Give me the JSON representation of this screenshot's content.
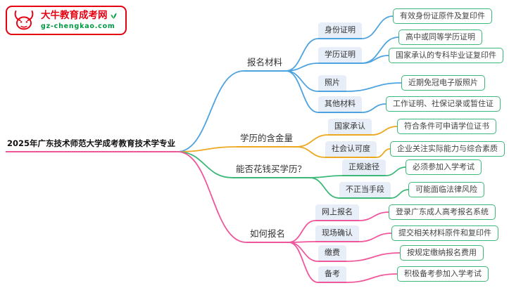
{
  "logo": {
    "site_name": "大牛教育成考网",
    "site_url": "gz-chengkao.com"
  },
  "colors": {
    "brand_red": "#e60012",
    "brand_green": "#009944",
    "root_underline": "#f0569b",
    "leaf_border": "#3cb878",
    "child_fill": "#e7eef8"
  },
  "main_topic": "2025年广东技术师范大学成考教育技术学专业",
  "branches": [
    {
      "label": "报名材料",
      "color": "#4da3e0",
      "children": [
        {
          "label": "身份证明",
          "leaves": [
            "有效身份证原件及复印件"
          ]
        },
        {
          "label": "学历证明",
          "leaves": [
            "高中或同等学历证明",
            "国家承认的专科毕业证复印件"
          ]
        },
        {
          "label": "照片",
          "leaves": [
            "近期免冠电子版照片"
          ]
        },
        {
          "label": "其他材料",
          "leaves": [
            "工作证明、社保记录或暂住证"
          ]
        }
      ]
    },
    {
      "label": "学历的含金量",
      "color": "#eda820",
      "children": [
        {
          "label": "国家承认",
          "leaves": [
            "符合条件可申请学位证书"
          ]
        },
        {
          "label": "社会认可度",
          "leaves": [
            "企业关注实际能力与综合素质"
          ]
        }
      ]
    },
    {
      "label": "能否花钱买学历？",
      "color": "#3cb878",
      "children": [
        {
          "label": "正规途径",
          "leaves": [
            "必须参加入学考试"
          ]
        },
        {
          "label": "不正当手段",
          "leaves": [
            "可能面临法律风险"
          ]
        }
      ]
    },
    {
      "label": "如何报名",
      "color": "#f0569b",
      "children": [
        {
          "label": "网上报名",
          "leaves": [
            "登录广东成人高考报名系统"
          ]
        },
        {
          "label": "现场确认",
          "leaves": [
            "提交相关材料原件和复印件"
          ]
        },
        {
          "label": "缴费",
          "leaves": [
            "按规定缴纳报名费用"
          ]
        },
        {
          "label": "备考",
          "leaves": [
            "积极备考参加入学考试"
          ]
        }
      ]
    }
  ]
}
